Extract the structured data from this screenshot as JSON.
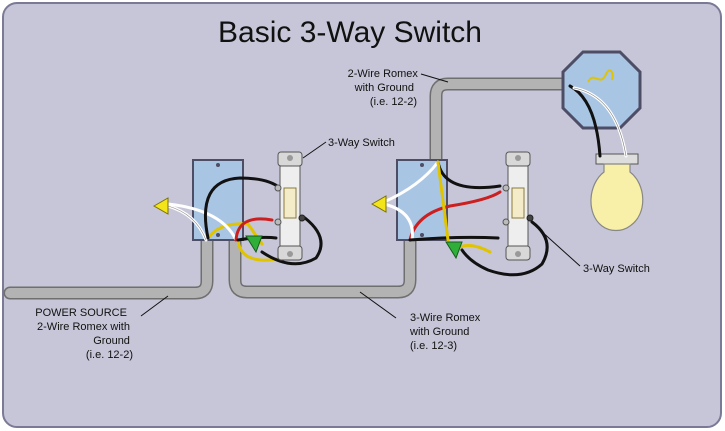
{
  "title": "Basic 3-Way Switch",
  "labels": {
    "romex_top": [
      "2-Wire Romex",
      "with Ground",
      "(i.e. 12-2)"
    ],
    "switch_left": "3-Way Switch",
    "switch_right": "3-Way Switch",
    "power_source": [
      "POWER SOURCE",
      "2-Wire Romex with",
      "Ground",
      "(i.e. 12-2)"
    ],
    "romex_bottom": [
      "3-Wire Romex",
      "with Ground",
      "(i.e. 12-3)"
    ]
  },
  "colors": {
    "background": "#c6c6d8",
    "border": "#7a7a96",
    "cable": "#b3b3b3",
    "cable_outline": "#6f6f6f",
    "box": "#a9c5e4",
    "wire_black": "#111111",
    "wire_white": "#ffffff",
    "wire_red": "#cc1f1f",
    "wire_ground": "#e0c400",
    "wire_nut_yellow": "#f3e51a",
    "wire_nut_green": "#2fae3a",
    "bulb": "#f8f0a8"
  },
  "icons": [
    "electrical-box-icon",
    "three-way-switch-icon",
    "wire-nut-icon",
    "ceiling-box-icon",
    "light-bulb-icon"
  ]
}
